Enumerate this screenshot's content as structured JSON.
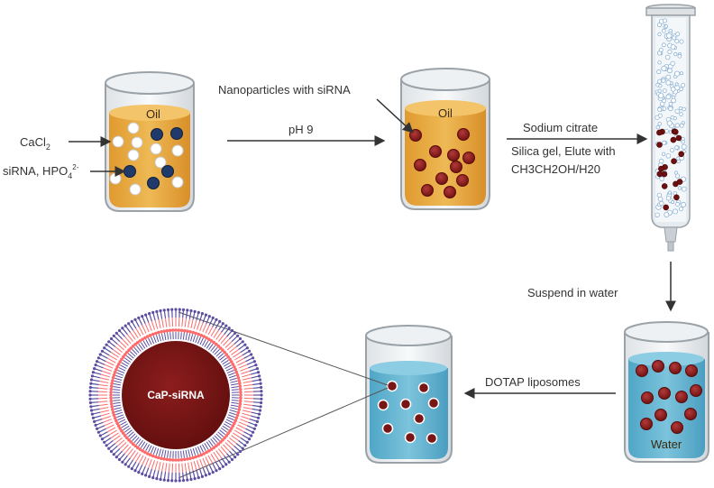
{
  "labels": {
    "cacl2": "CaCl",
    "cacl2_sub": "2",
    "sirna_hpo4": "siRNA, HPO",
    "sirna_hpo4_sub": "4",
    "sirna_hpo4_sup": "2-",
    "oil_1": "Oil",
    "ph": "pH 9",
    "nanoparticles": "Nanoparticles with siRNA",
    "oil_2": "Oil",
    "sodium_citrate": "Sodium citrate",
    "silica_gel": "Silica gel, Elute with",
    "elute_solvent": "CH3CH2OH/H20",
    "suspend": "Suspend in water",
    "water": "Water",
    "dotap": "DOTAP liposomes",
    "core": "CaP-siRNA"
  },
  "colors": {
    "oil": "#e8ad45",
    "water": "#5fb3d0",
    "nanoparticle": "#8e1c1c",
    "sirna_dot": "#1f3a6b",
    "core": "#7a1515",
    "lipid_head": "#ff6b6b",
    "lipid_tail": "#5a4fa0",
    "arrow": "#333333"
  }
}
